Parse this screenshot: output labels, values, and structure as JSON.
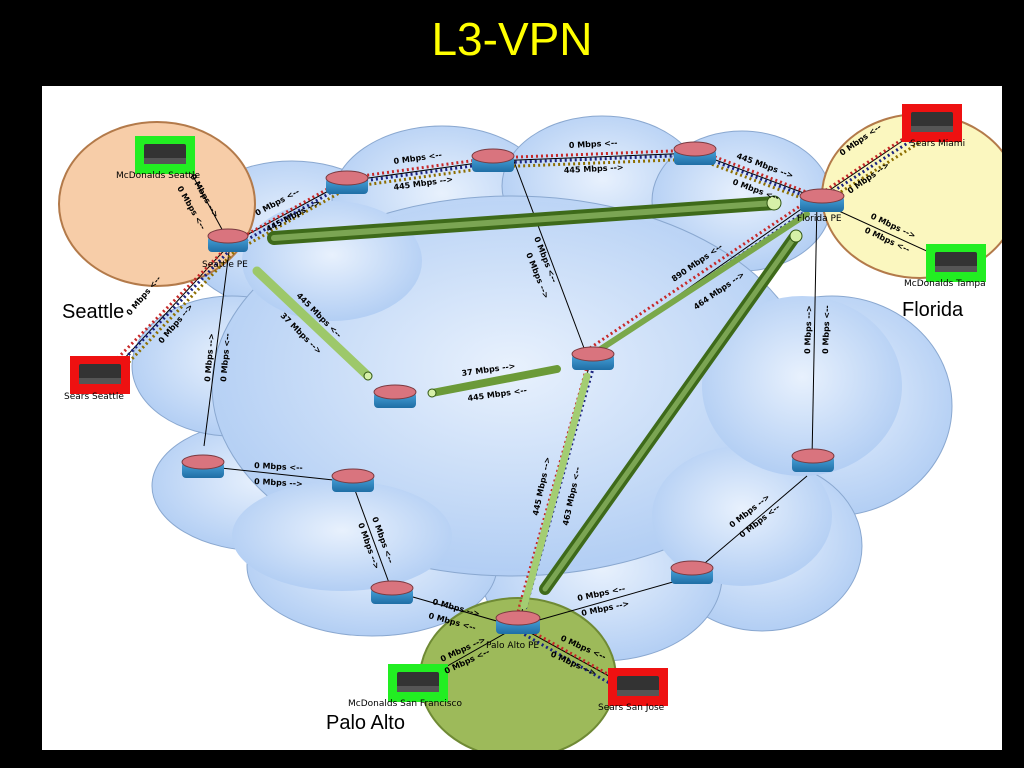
{
  "title": "L3-VPN",
  "regions": {
    "seattle": "Seattle",
    "florida": "Florida",
    "palo_alto": "Palo Alto"
  },
  "sites": {
    "mcd_seattle": "McDonalds Seattle",
    "sears_seattle": "Sears Seattle",
    "sears_miami": "Sears Miami",
    "mcd_tampa": "McDonalds Tampa",
    "mcd_sf": "McDonalds San Francisco",
    "sears_sanjose": "Sears San Jose"
  },
  "routers": {
    "seattle_pe": "Seattle PE",
    "florida_pe": "Florida PE",
    "palo_alto_pe": "Palo Alto PE"
  },
  "link_labels": {
    "sea_top_a": "0 Mbps <--",
    "sea_top_b": "445 Mbps -->",
    "top_mid_a": "0 Mbps <--",
    "top_mid_b": "445 Mbps -->",
    "top_right_a": "0 Mbps <--",
    "top_right_b": "445 Mbps -->",
    "fl_top_a": "445 Mbps -->",
    "fl_top_b": "0 Mbps <--",
    "mcdsea_a": "0 Mbps -->",
    "mcdsea_b": "0 Mbps <--",
    "searssea_a": "0 Mbps <--",
    "searssea_b": "0 Mbps -->",
    "sea_down_a": "0 Mbps -->",
    "sea_down_b": "0 Mbps <--",
    "sea_diag_a": "445 Mbps <--",
    "sea_diag_b": "37 Mbps -->",
    "mid_a": "37 Mbps -->",
    "mid_b": "445 Mbps <--",
    "topvert_a": "0 Mbps <--",
    "topvert_b": "0 Mbps -->",
    "fl_mid_a": "890 Mbps <--",
    "fl_mid_b": "464 Mbps -->",
    "miami_a": "0 Mbps <--",
    "miami_b": "0 Mbps -->",
    "tampa_a": "0 Mbps -->",
    "tampa_b": "0 Mbps <--",
    "fl_down_a": "0 Mbps -->",
    "fl_down_b": "0 Mbps <--",
    "left_mid_a": "0 Mbps <--",
    "left_mid_b": "0 Mbps -->",
    "left_vert_a": "0 Mbps <--",
    "left_vert_b": "0 Mbps -->",
    "pa_vert_a": "445 Mbps -->",
    "pa_vert_b": "463 Mbps <--",
    "right_low_a": "0 Mbps -->",
    "right_low_b": "0 Mbps <--",
    "pa_left_a": "0 Mbps -->",
    "pa_left_b": "0 Mbps <--",
    "pa_right_a": "0 Mbps <--",
    "pa_right_b": "0 Mbps -->",
    "mcdsf_a": "0 Mbps -->",
    "mcdsf_b": "0 Mbps <--",
    "searssj_a": "0 Mbps <--",
    "searssj_b": "0 Mbps -->"
  },
  "colors": {
    "title": "#ffff00",
    "cloud": "#c9defa",
    "seattle_region": "#f7cda8",
    "florida_region": "#fbf7bf",
    "palo_alto_region": "#9dba5a",
    "mcdonalds_site": "#22ee22",
    "sears_site": "#ee1111",
    "tunnel_dark": "#3e6a1a",
    "tunnel_light": "#d6f0a8",
    "router_top": "#d9747e",
    "router_body": "#2f8ac2"
  }
}
